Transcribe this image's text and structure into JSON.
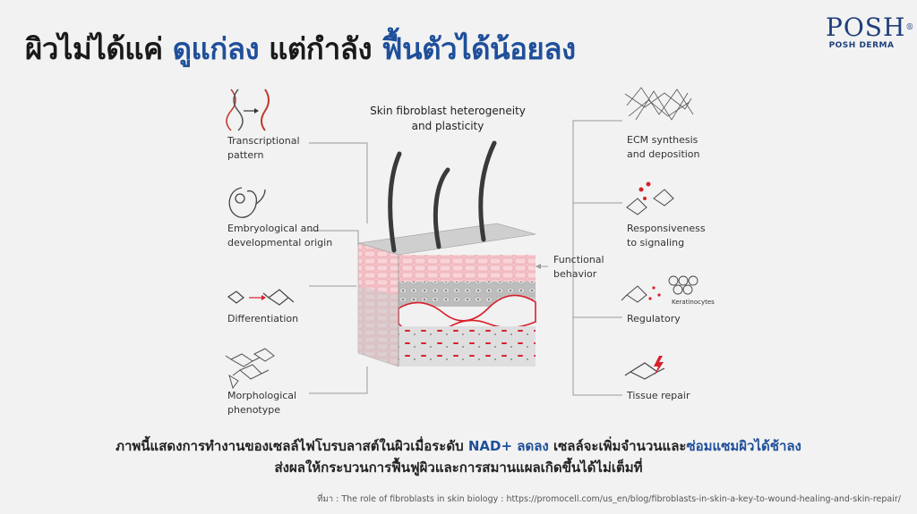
{
  "title": {
    "part1": "ผิวไม่ได้แค่ ",
    "highlight1": "ดูแก่ลง",
    "part2": " แต่กำลัง ",
    "highlight2": "ฟื้นตัวได้น้อยลง"
  },
  "logo": {
    "mark": "POSH",
    "reg": "®",
    "name": "POSH DERMA"
  },
  "diagram": {
    "center_title": "Skin fibroblast heterogeneity and plasticity",
    "center_output": "Functional behavior",
    "left_items": [
      {
        "label": "Transcriptional pattern",
        "icon": "dna-icon"
      },
      {
        "label": "Embryological and developmental origin",
        "icon": "embryo-icon"
      },
      {
        "label": "Differentiation",
        "icon": "cell-differentiation-icon"
      },
      {
        "label": "Morphological phenotype",
        "icon": "fibroblast-cells-icon"
      }
    ],
    "right_items": [
      {
        "label": "ECM synthesis and deposition",
        "icon": "ecm-network-icon"
      },
      {
        "label": "Responsiveness to signaling",
        "icon": "signaling-icon"
      },
      {
        "label": "Regulatory",
        "icon": "regulatory-icon",
        "sublabel": "Keratinocytes"
      },
      {
        "label": "Tissue repair",
        "icon": "lightning-repair-icon"
      }
    ]
  },
  "caption": {
    "line1_part1": "ภาพนี้แสดงการทำงานของเซลล์ไฟโบรบลาสต์ในผิวเมื่อระดับ ",
    "line1_hl1": "NAD+ ลดลง",
    "line1_part2": " เซลล์จะเพิ่มจำนวนและ",
    "line1_hl2": "ซ่อมแซมผิวได้ช้าลง",
    "line2": "ส่งผลให้กระบวนการฟื้นฟูผิวและการสมานแผลเกิดขึ้นได้ไม่เต็มที่"
  },
  "source": "ที่มา : The role of fibroblasts in skin biology : https://promocell.com/us_en/blog/fibroblasts-in-skin-a-key-to-wound-healing-and-skin-repair/",
  "colors": {
    "accent": "#1f4f9a",
    "skin_pink": "#f2b8bf",
    "skin_red": "#d8202c",
    "connector": "#9a9a9a"
  }
}
